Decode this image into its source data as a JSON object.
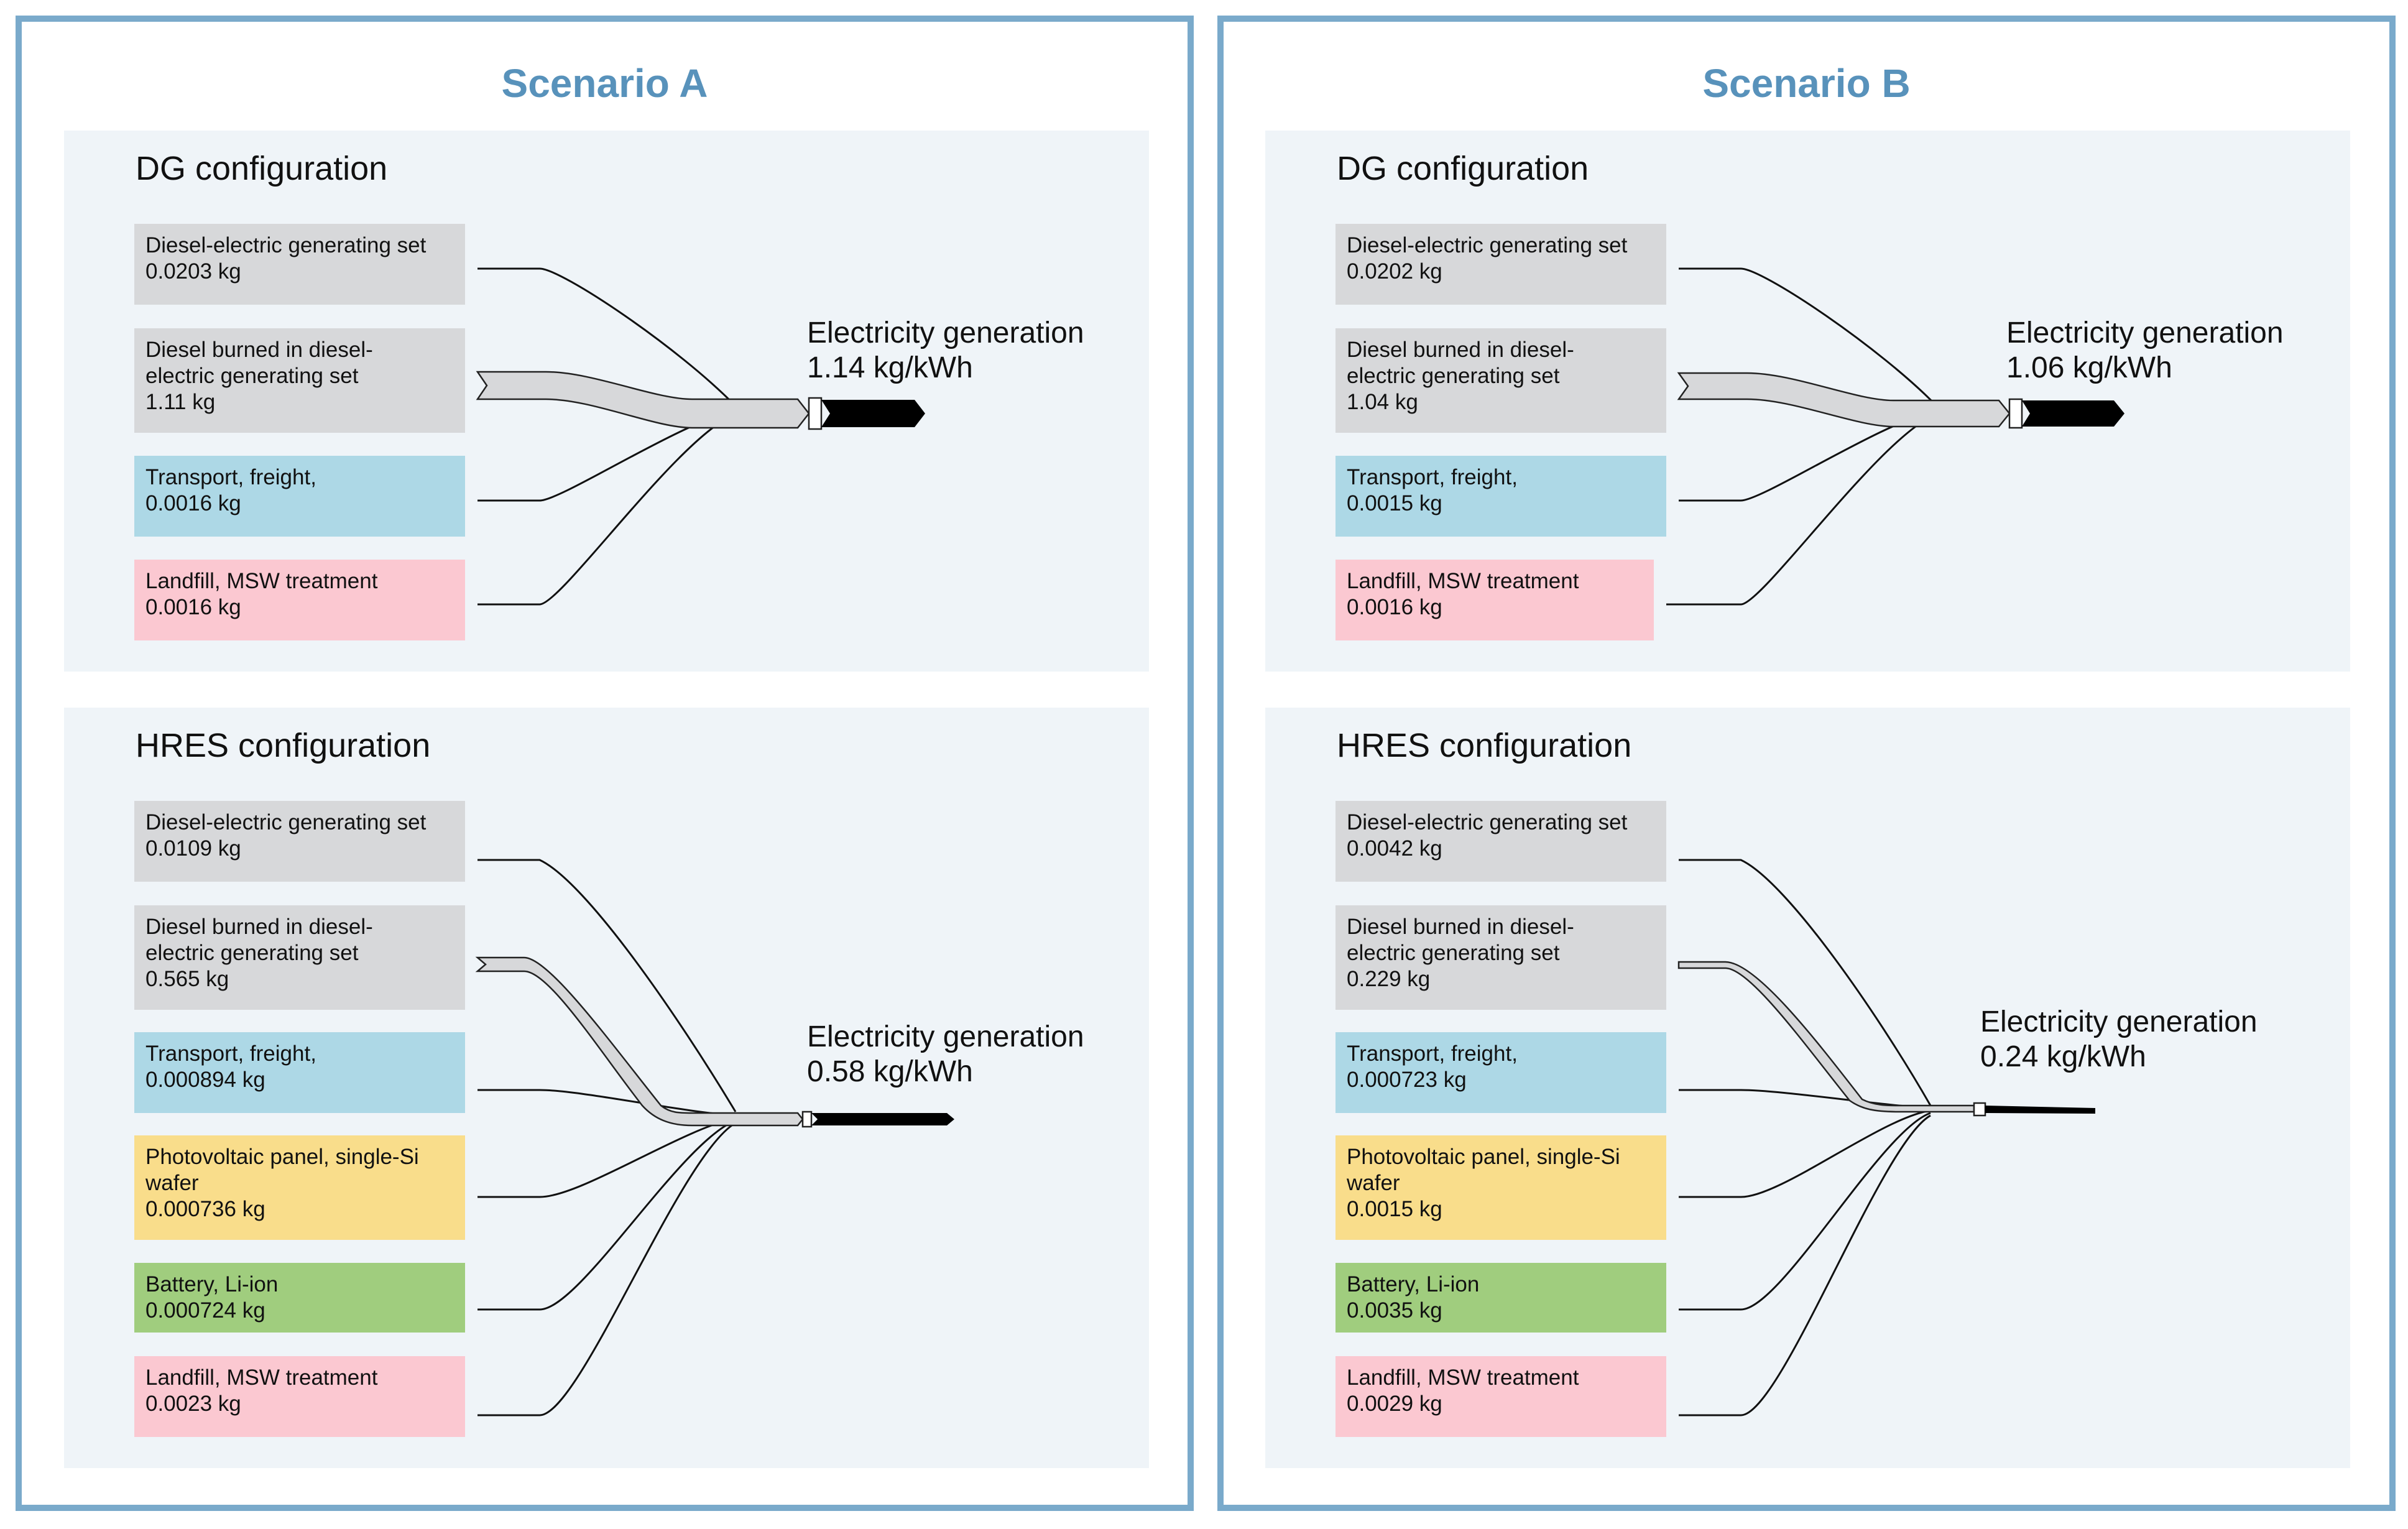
{
  "colors": {
    "border": "#7aaacb",
    "title": "#5892bb",
    "panel": "#eff4f8",
    "gray": "#d7d8da",
    "blue": "#add8e6",
    "pink": "#fbc8d1",
    "yellow": "#f9dd8b",
    "green": "#a0cd7e"
  },
  "scenarios": [
    {
      "title": "Scenario A",
      "dg": {
        "title": "DG configuration",
        "output": {
          "label": "Electricity generation",
          "value": "1.14 kg/kWh"
        },
        "sources": [
          {
            "name": "Diesel-electric generating set",
            "value": "0.0203 kg",
            "color": "gray"
          },
          {
            "name": "Diesel burned in diesel-\nelectric generating set",
            "value": "1.11 kg",
            "color": "gray"
          },
          {
            "name": "Transport, freight,",
            "value": "0.0016 kg",
            "color": "blue"
          },
          {
            "name": "Landfill, MSW treatment",
            "value": "0.0016 kg",
            "color": "pink"
          }
        ]
      },
      "hres": {
        "title": "HRES configuration",
        "output": {
          "label": "Electricity generation",
          "value": "0.58 kg/kWh"
        },
        "sources": [
          {
            "name": "Diesel-electric generating set",
            "value": "0.0109 kg",
            "color": "gray"
          },
          {
            "name": "Diesel burned in diesel-\nelectric generating set",
            "value": "0.565 kg",
            "color": "gray"
          },
          {
            "name": "Transport, freight,",
            "value": "0.000894 kg",
            "color": "blue"
          },
          {
            "name": "Photovoltaic panel, single-Si\nwafer",
            "value": "0.000736 kg",
            "color": "yellow"
          },
          {
            "name": "Battery, Li-ion",
            "value": "0.000724 kg",
            "color": "green"
          },
          {
            "name": "Landfill, MSW treatment",
            "value": "0.0023 kg",
            "color": "pink"
          }
        ]
      }
    },
    {
      "title": "Scenario B",
      "dg": {
        "title": "DG configuration",
        "output": {
          "label": "Electricity generation",
          "value": "1.06 kg/kWh"
        },
        "sources": [
          {
            "name": "Diesel-electric generating set",
            "value": "0.0202 kg",
            "color": "gray"
          },
          {
            "name": "Diesel burned in diesel-\nelectric generating set",
            "value": "1.04 kg",
            "color": "gray"
          },
          {
            "name": "Transport, freight,",
            "value": "0.0015 kg",
            "color": "blue"
          },
          {
            "name": "Landfill, MSW treatment",
            "value": "0.0016 kg",
            "color": "pink"
          }
        ]
      },
      "hres": {
        "title": "HRES configuration",
        "output": {
          "label": "Electricity generation",
          "value": "0.24 kg/kWh"
        },
        "sources": [
          {
            "name": "Diesel-electric generating set",
            "value": "0.0042 kg",
            "color": "gray"
          },
          {
            "name": "Diesel burned in diesel-\nelectric generating set",
            "value": "0.229 kg",
            "color": "gray"
          },
          {
            "name": "Transport, freight,",
            "value": "0.000723 kg",
            "color": "blue"
          },
          {
            "name": "Photovoltaic panel, single-Si\nwafer",
            "value": "0.0015 kg",
            "color": "yellow"
          },
          {
            "name": "Battery, Li-ion",
            "value": "0.0035 kg",
            "color": "green"
          },
          {
            "name": "Landfill, MSW treatment",
            "value": "0.0029 kg",
            "color": "pink"
          }
        ]
      }
    }
  ]
}
